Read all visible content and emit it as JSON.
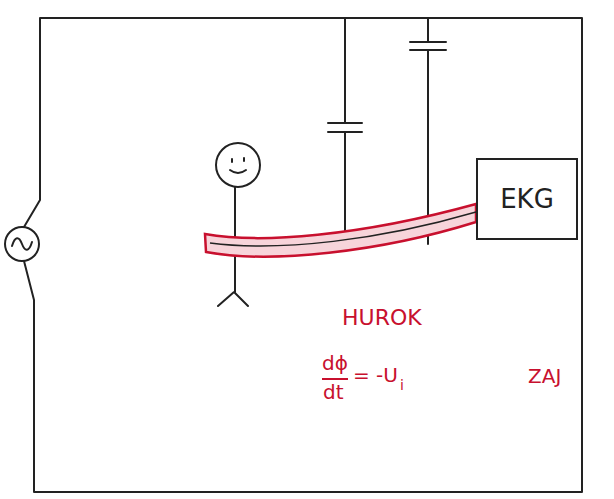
{
  "diagram": {
    "nodes": [
      {
        "text": [
          "EKG"
        ]
      }
    ],
    "labels": [
      "HUROK",
      "dϕ",
      "dt",
      "= -U",
      "i",
      "ZAJ"
    ]
  }
}
